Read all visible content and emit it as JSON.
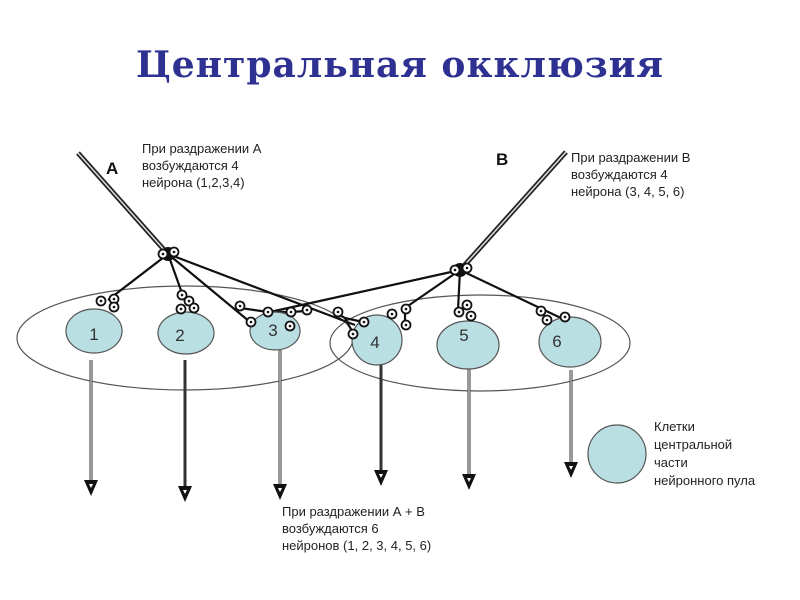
{
  "title": "Центральная окклюзия",
  "fibers": {
    "a": {
      "label": "А"
    },
    "b": {
      "label": "В"
    }
  },
  "notes": {
    "stimulus_a": [
      "При раздражении А",
      "возбуждаются  4",
      "нейрона (1,2,3,4)"
    ],
    "stimulus_b": [
      "При раздражении В",
      "возбуждаются  4",
      "нейрона (3, 4, 5, 6)"
    ],
    "stimulus_ab": [
      "При раздражении А + В",
      "возбуждаются  6",
      "нейронов (1, 2, 3, 4, 5, 6)"
    ]
  },
  "legend": {
    "lines": [
      "Клетки",
      "центральной",
      "части",
      "нейронного пула"
    ]
  },
  "neurons": [
    {
      "label": "1",
      "pool": "A"
    },
    {
      "label": "2",
      "pool": "A"
    },
    {
      "label": "3",
      "pool": "A,B"
    },
    {
      "label": "4",
      "pool": "A,B"
    },
    {
      "label": "5",
      "pool": "B"
    },
    {
      "label": "6",
      "pool": "B"
    }
  ],
  "colors": {
    "title": "#2e3192",
    "neuron_fill": "#b9dfe3",
    "neuron_stroke": "#555555",
    "line": "#111111"
  }
}
